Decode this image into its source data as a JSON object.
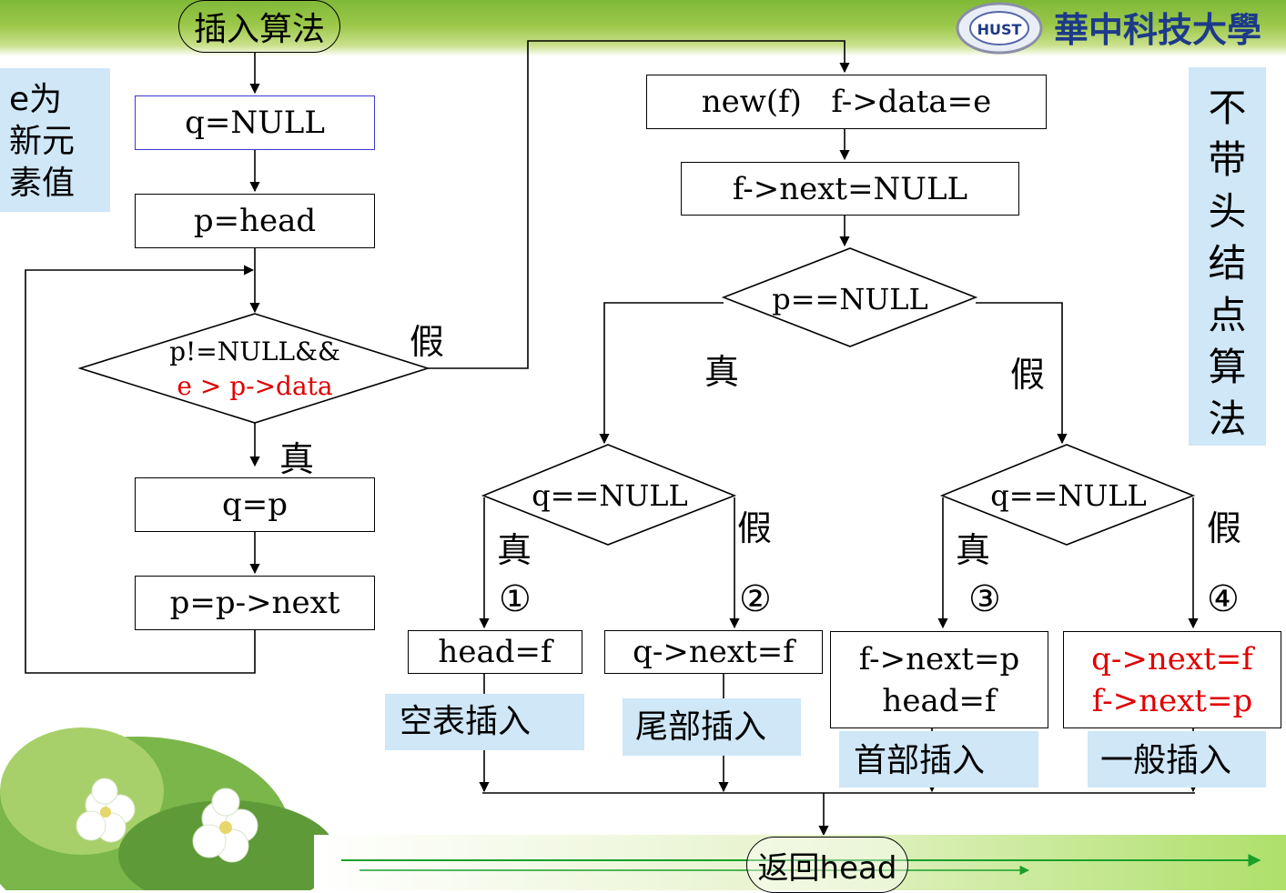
{
  "title": "插入算法",
  "school": "華中科技大學",
  "left_note": [
    "e为",
    "新元",
    "素值"
  ],
  "right_note": [
    "不",
    "带",
    "头",
    "结",
    "点",
    "算",
    "法"
  ],
  "left_flow": {
    "step1": "q=NULL",
    "step2": "p=head",
    "cond_line1": "p!=NULL&&",
    "cond_line2": "e > p->data",
    "true_label": "真",
    "false_label": "假",
    "step3": "q=p",
    "step4": "p=p->next"
  },
  "right_flow": {
    "step1": "new(f)   f->data=e",
    "step2": "f->next=NULL",
    "cond_p": "p==NULL",
    "true_label": "真",
    "false_label": "假",
    "cond_q_left": "q==NULL",
    "cond_q_right": "q==NULL"
  },
  "cases": [
    {
      "num": "①",
      "lines": [
        "head=f"
      ],
      "caption": "空表插入",
      "red": false
    },
    {
      "num": "②",
      "lines": [
        "q->next=f"
      ],
      "caption": "尾部插入",
      "red": false
    },
    {
      "num": "③",
      "lines": [
        "f->next=p",
        "head=f"
      ],
      "caption": "首部插入",
      "red": false
    },
    {
      "num": "④",
      "lines": [
        "q->next=f",
        "f->next=p"
      ],
      "caption": "一般插入",
      "red": true
    }
  ],
  "return_label": "返回head",
  "colors": {
    "note_bg": "#cfe7f7",
    "highlight": "#e00000",
    "grass": "#8bc03f"
  }
}
